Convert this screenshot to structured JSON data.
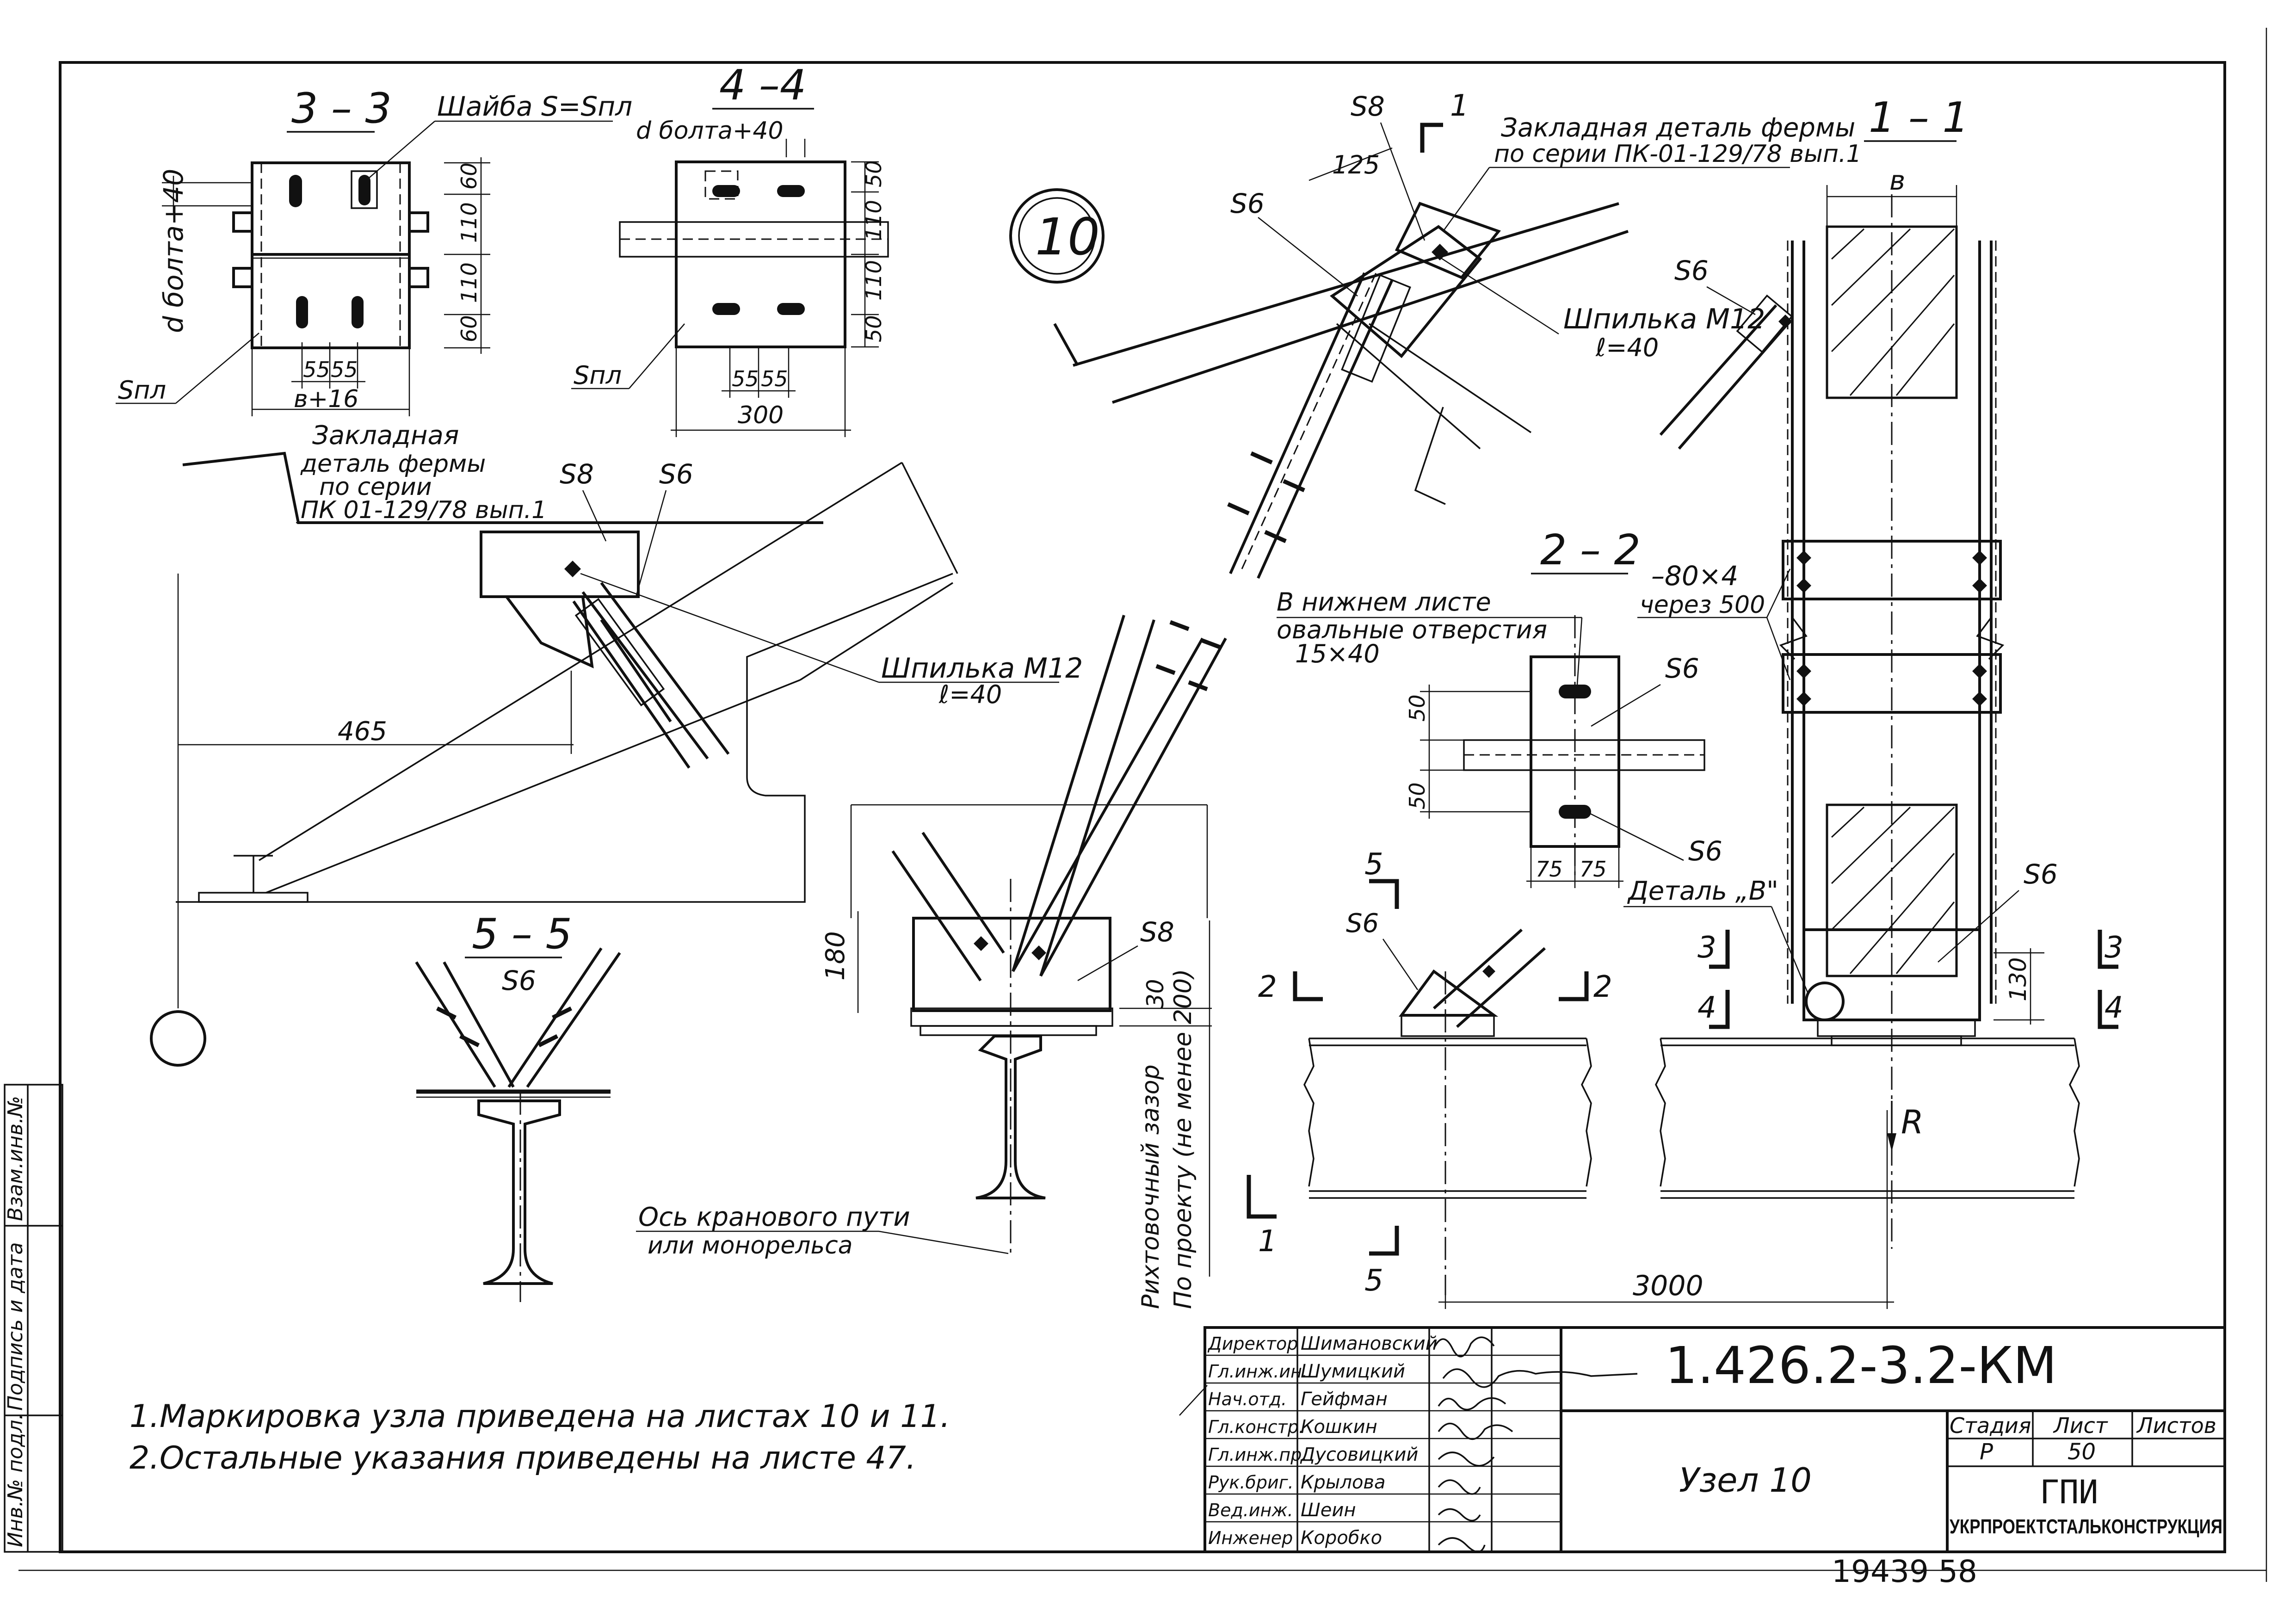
{
  "sheet": {
    "node_number": "10",
    "doc_code": "1.426.2-3.2-КМ",
    "title": "Узел 10",
    "stage_label": "Стадия",
    "sheet_label": "Лист",
    "sheets_label": "Листов",
    "stage_value": "Р",
    "sheet_value": "50",
    "sheets_value": "",
    "org_logo": "ГПИ",
    "org_name": "УКРПРОЕКТСТАЛЬКОНСТРУКЦИЯ",
    "archive_number": "19439  58"
  },
  "signatures": [
    {
      "role": "Директор",
      "name": "Шимановский"
    },
    {
      "role": "Гл.инж.ин.",
      "name": "Шумицкий"
    },
    {
      "role": "Нач.отд.",
      "name": "Гейфман"
    },
    {
      "role": "Гл.констр.",
      "name": "Кошкин"
    },
    {
      "role": "Гл.инж.пр.",
      "name": "Дусовицкий"
    },
    {
      "role": "Рук.бриг.",
      "name": "Крылова"
    },
    {
      "role": "Вед.инж.",
      "name": "Шеин"
    },
    {
      "role": "Инженер",
      "name": "Коробко"
    }
  ],
  "side_stamp": {
    "inv_podl": "Инв.№ подл.",
    "podpis": "Подпись и дата",
    "vzam": "Взам.инв.№"
  },
  "notes": [
    "1.Маркировка узла приведена на листах 10 и 11.",
    "2.Остальные указания приведены на листе 47."
  ],
  "sections": {
    "s33": {
      "title": "3 – 3",
      "washer": "Шайба S=Sпл",
      "plate": "Sпл",
      "bolt_dim": "d болта+40",
      "d60a": "60",
      "d110a": "110",
      "d110b": "110",
      "d60b": "60",
      "d55a": "55",
      "d55b": "55",
      "width": "в+16"
    },
    "s44": {
      "title": "4 –4",
      "bolt_dim": "d болта+40",
      "plate": "Sпл",
      "d50a": "50",
      "d110a": "110",
      "d110b": "110",
      "d50b": "50",
      "d55a": "55",
      "d55b": "55",
      "width": "300"
    },
    "s11": {
      "title": "1 – 1",
      "b": "в",
      "s6a": "S6",
      "strip": "–80×4",
      "strip_step": "через 500",
      "s6b": "S6",
      "detail": "Деталь „В\"",
      "d130": "130",
      "r": "R"
    },
    "s22": {
      "title": "2 – 2",
      "s6a": "S6",
      "s6b": "S6",
      "d50a": "50",
      "d50b": "50",
      "d75a": "75",
      "d75b": "75",
      "note_l1": "В нижнем листе",
      "note_l2": "овальные отверстия",
      "note_l3": "15×40"
    },
    "s55": {
      "title": "5 – 5",
      "s6": "S6"
    },
    "main": {
      "embed_l1": "Закладная деталь фермы",
      "embed_l2": "по серии ПК-01-129/78 вып.1",
      "s8": "S8",
      "s6": "S6",
      "d125": "125",
      "stud": "Шпилька М12",
      "stud_len": "ℓ=40",
      "embed2_l1": "Закладная",
      "embed2_l2": "деталь фермы",
      "embed2_l3": "по серии",
      "embed2_l4": "ПК 01-129/78 вып.1",
      "s8b": "S8",
      "s6b": "S6",
      "stud2": "Шпилька М12",
      "stud2_len": "ℓ=40",
      "d465": "465",
      "d180": "180",
      "s8c": "S8",
      "d30": "30",
      "gap_l1": "Рихтовочный зазор",
      "gap_l2": "По проекту (не менее 200)",
      "axis_l1": "Ось кранового пути",
      "axis_l2": "или монорельса",
      "d3000": "3000",
      "cut1": "1",
      "cut2": "2",
      "cut3": "3",
      "cut4": "4",
      "cut5": "5"
    }
  }
}
